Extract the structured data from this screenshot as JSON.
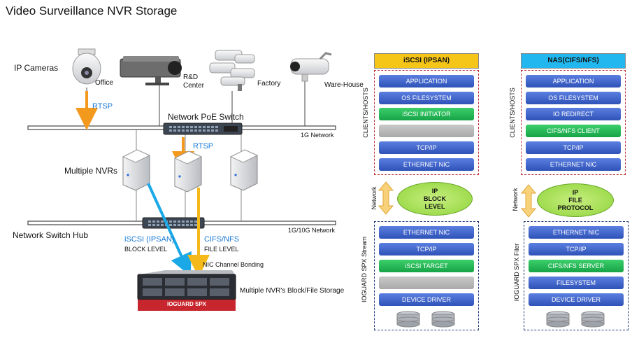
{
  "title": "Video Surveillance NVR Storage",
  "left": {
    "ip_cameras": "IP Cameras",
    "sites": [
      "Office",
      "R&D Center",
      "Factory",
      "Ware-House"
    ],
    "rtsp_top": "RTSP",
    "poe_switch": "Network PoE Switch",
    "net_1g": "1G Network",
    "rtsp_mid": "RTSP",
    "multiple_nvrs": "Multiple NVRs",
    "switch_hub": "Network Switch Hub",
    "net_10g": "1G/10G Network",
    "iscsi_label": "iSCSI (IPSAN)",
    "block_level": "BLOCK LEVEL",
    "cifs_label": "CIFS/NFS",
    "file_level": "FILE LEVEL",
    "nic_bonding": "NIC Channel Bonding",
    "storage_label": "Multiple NVR's  Block/File Storage",
    "storage_brand": "IOGUARD SPX"
  },
  "iscsi": {
    "header": "iSCSI (IPSAN)",
    "client_side_label": "CLIENTS/HOSTS",
    "client_layers": [
      "APPLICATION",
      "OS FILESYSTEM",
      "iSCSI INITIATOR",
      "",
      "TCP/IP",
      "ETHERNET NIC"
    ],
    "network_label": "Network",
    "protocol": [
      "IP",
      "BLOCK",
      "LEVEL"
    ],
    "server_side_label": "IOGUARD SPX Stream",
    "server_layers": [
      "ETHERNET NIC",
      "TCP/IP",
      "iSCSI TARGET",
      "",
      "DEVICE DRIVER"
    ]
  },
  "nas": {
    "header": "NAS(CIFS/NFS)",
    "client_side_label": "CLIENTS/HOSTS",
    "client_layers": [
      "APPLICATION",
      "OS FILESYSTEM",
      "IO REDIRECT",
      "CIFS/NFS CLIENT",
      "TCP/IP",
      "ETHERNET NIC"
    ],
    "network_label": "Network",
    "protocol": [
      "IP",
      "FILE",
      "PROTOCOL"
    ],
    "server_side_label": "IOGUARD SPX Filer",
    "server_layers": [
      "ETHERNET NIC",
      "TCP/IP",
      "CIFS/NFS SERVER",
      "FILESYSTEM",
      "DEVICE DRIVER"
    ]
  },
  "colors": {
    "iscsi_header": "#f5c518",
    "nas_header": "#22b8ef",
    "rtsp_arrow": "#f39a1e",
    "iscsi_arrow": "#1aa8e6",
    "cifs_arrow": "#f5b91a",
    "layer_blue": "#3a5fc8",
    "layer_green": "#1fb04f",
    "layer_gray": "#b5b5b5"
  }
}
